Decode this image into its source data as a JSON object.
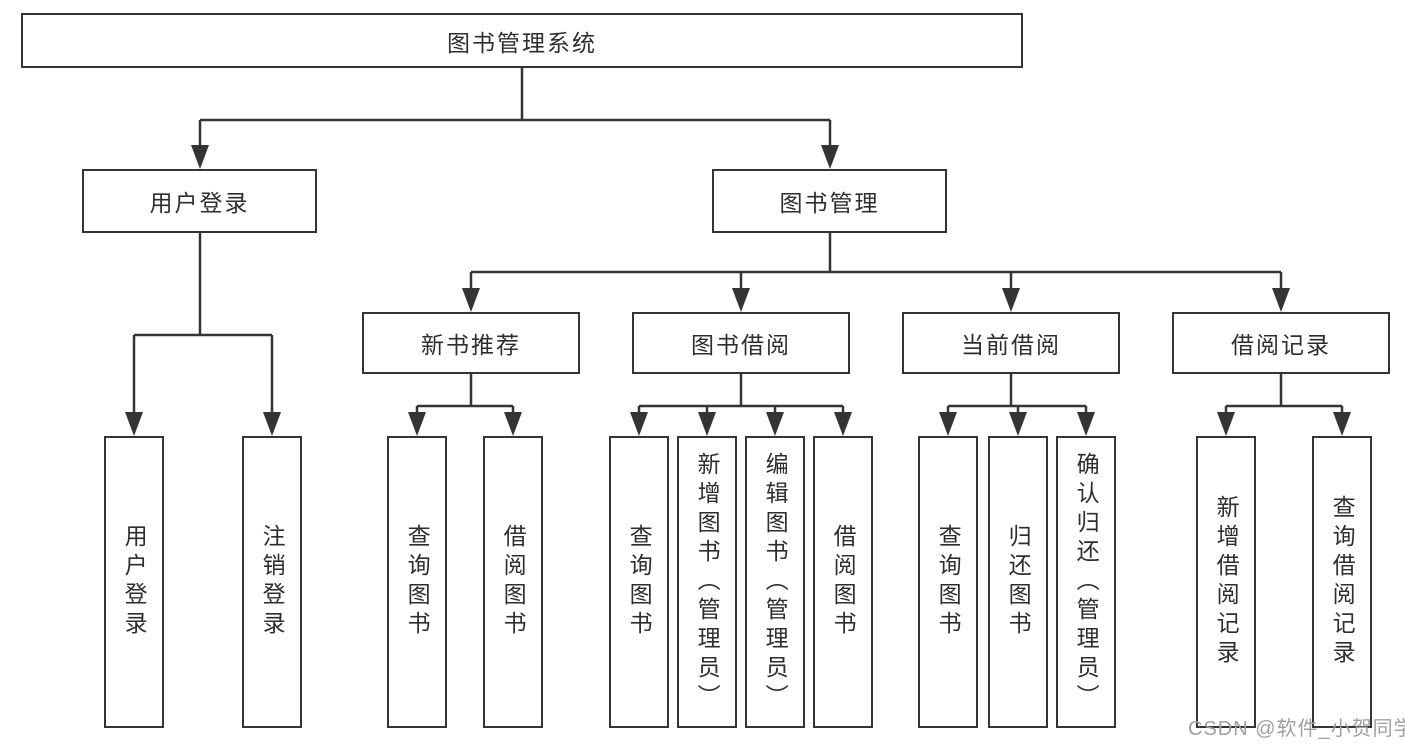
{
  "root": {
    "label": "图书管理系统"
  },
  "level2": {
    "user_login": {
      "label": "用户登录"
    },
    "book_management": {
      "label": "图书管理"
    }
  },
  "level3": {
    "new_book_recommend": {
      "label": "新书推荐"
    },
    "book_borrow": {
      "label": "图书借阅"
    },
    "current_borrow": {
      "label": "当前借阅"
    },
    "borrow_records": {
      "label": "借阅记录"
    }
  },
  "leaves": {
    "user_login": [
      "用户登录",
      "注销登录"
    ],
    "new_book_recommend": [
      "查询图书",
      "借阅图书"
    ],
    "book_borrow": [
      "查询图书",
      "新增图书（管理员）",
      "编辑图书（管理员）",
      "借阅图书"
    ],
    "current_borrow": [
      "查询图书",
      "归还图书",
      "确认归还（管理员）"
    ],
    "borrow_records": [
      "新增借阅记录",
      "查询借阅记录"
    ]
  },
  "watermark": {
    "text": "CSDN @软件_小贺同学"
  },
  "colors": {
    "line": "#343434",
    "box_border": "#343434",
    "box_fill": "#ffffff",
    "text": "#2e2e2e",
    "watermark": "#a0a0a0",
    "background": "#ffffff"
  }
}
